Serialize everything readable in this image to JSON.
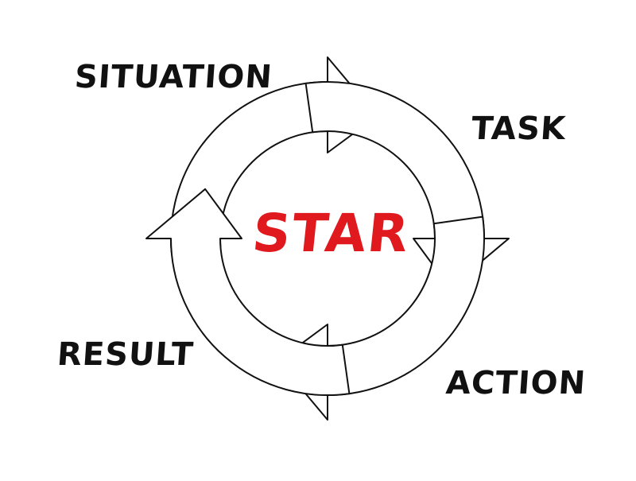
{
  "center": {
    "title": "STAR",
    "color": "#e0191f"
  },
  "steps": [
    {
      "label": "SITUATION"
    },
    {
      "label": "TASK"
    },
    {
      "label": "ACTION"
    },
    {
      "label": "RESULT"
    }
  ],
  "colors": {
    "text": "#111111",
    "arrow_stroke": "#111111",
    "arrow_fill": "#ffffff"
  }
}
